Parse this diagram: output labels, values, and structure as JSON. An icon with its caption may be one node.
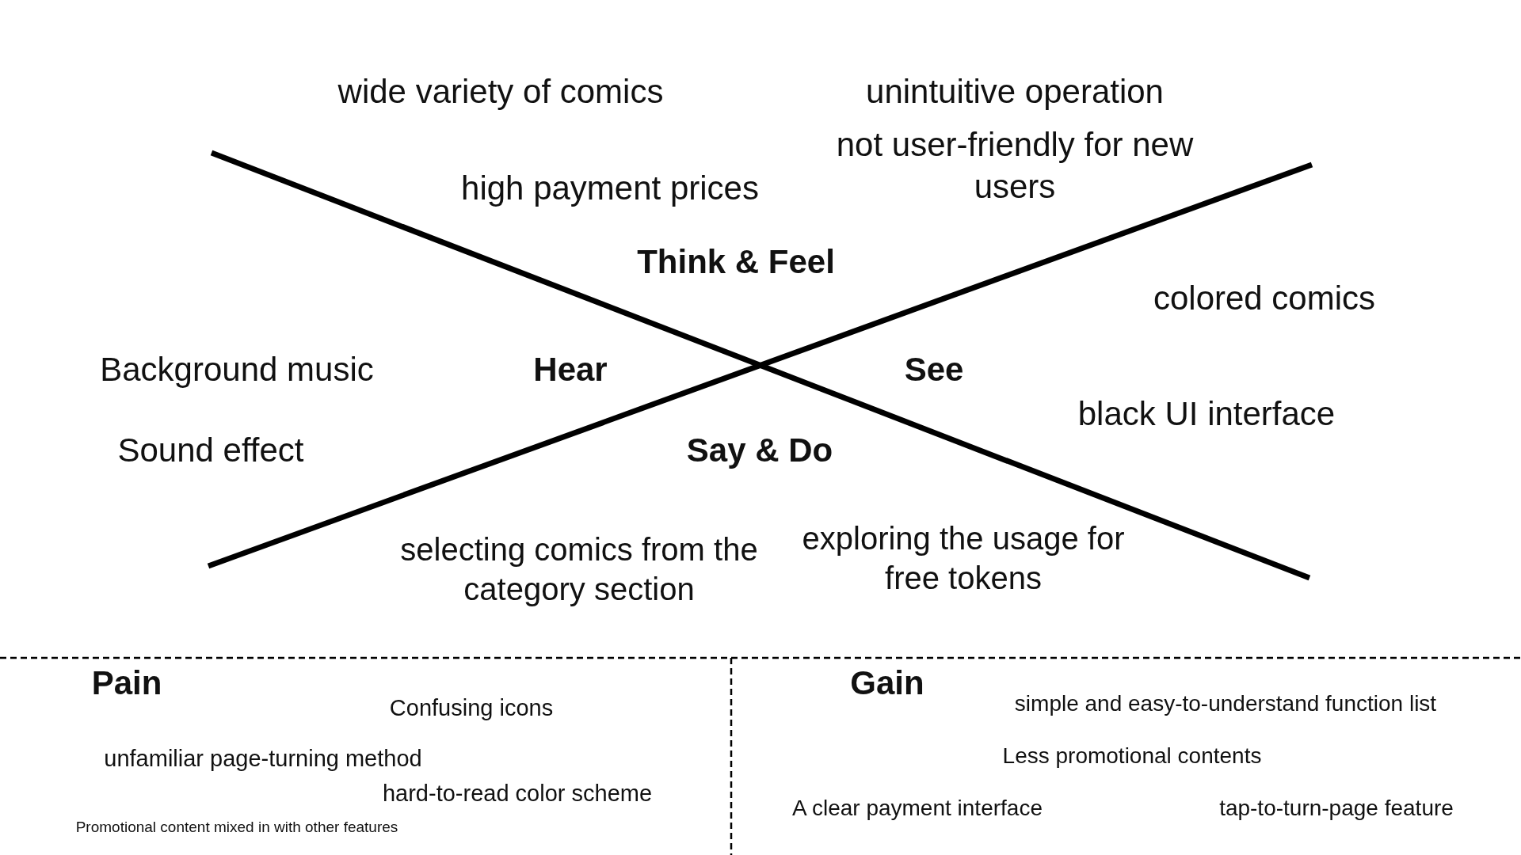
{
  "diagram": {
    "labels": [
      "wide variety of comics",
      "unintuitive operation",
      "not user-friendly for new users",
      "high payment prices",
      "Think & Feel",
      "colored comics",
      "Background music",
      "Hear",
      "See",
      "black UI interface",
      "Sound effect",
      "Say & Do",
      "selecting comics from the category section",
      "exploring the usage for free tokens",
      "Pain",
      "Gain",
      "Confusing icons",
      "simple and easy-to-understand function list",
      "unfamiliar page-turning method",
      "Less promotional contents",
      "hard-to-read color scheme",
      "A clear payment interface",
      "tap-to-turn-page feature",
      "Promotional content mixed in with other features"
    ]
  }
}
